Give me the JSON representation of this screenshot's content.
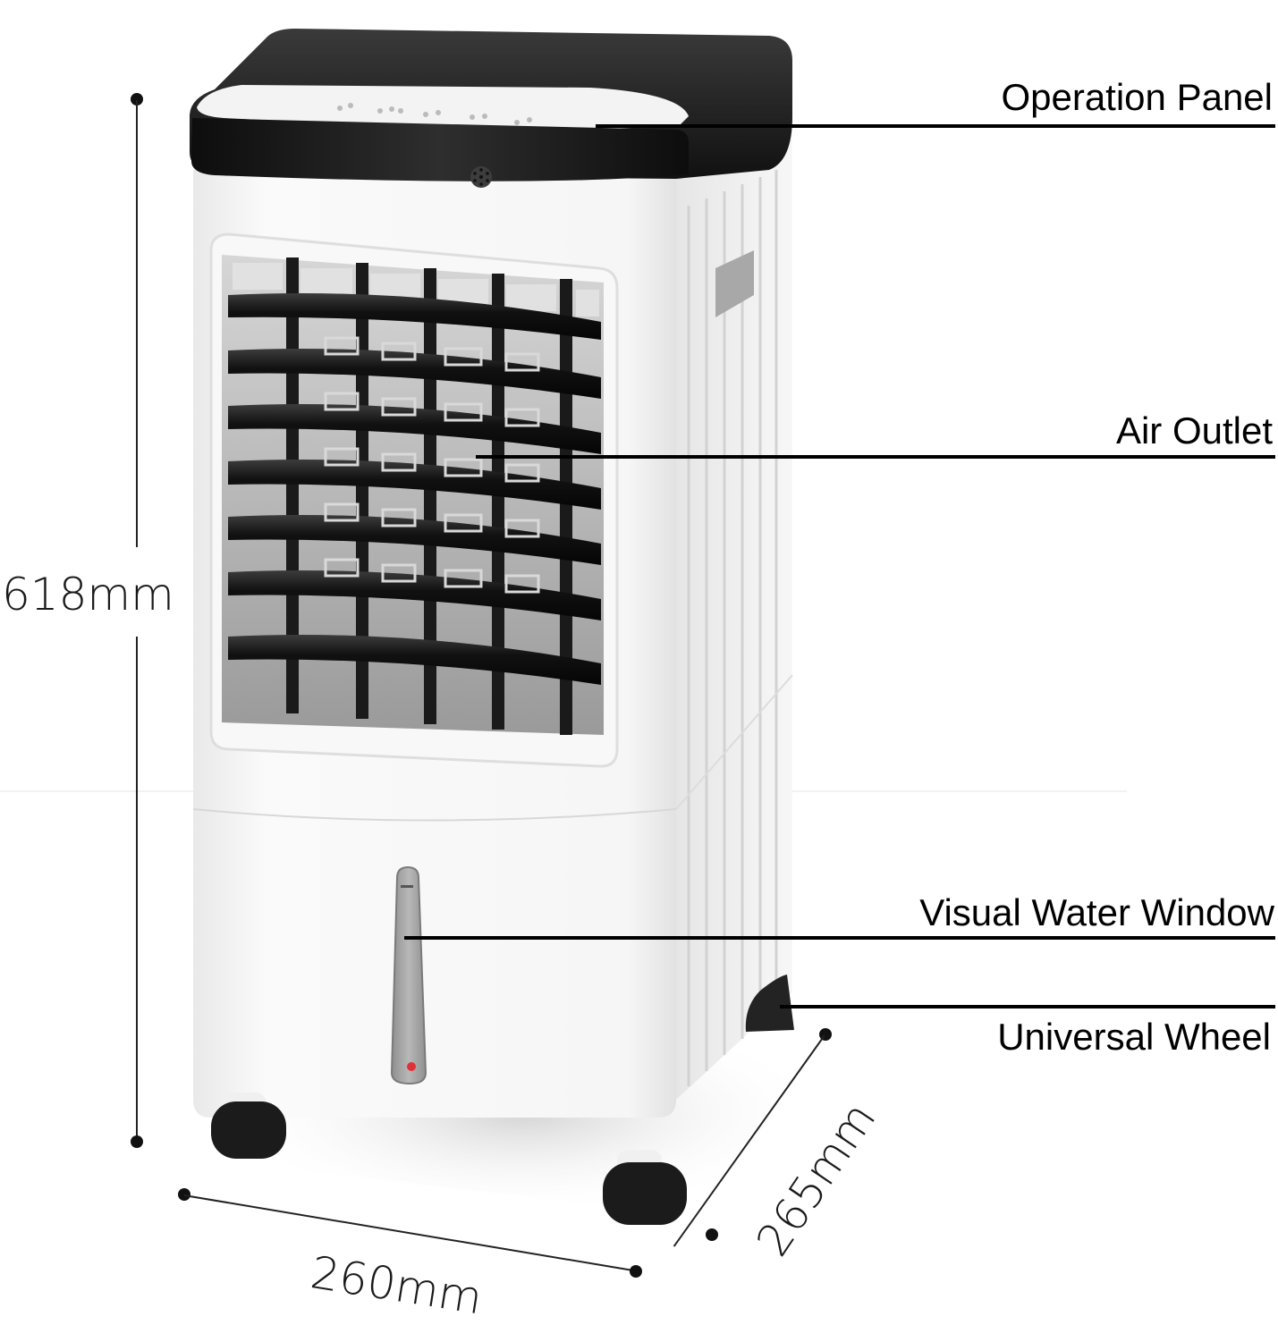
{
  "figure": {
    "subject": "Portable evaporative air cooler",
    "colors": {
      "body": "#f4f4f4",
      "top_cover": "#2a2a2a",
      "panel_strip": "#f7f7f7",
      "louver": "#141414",
      "water_window": "#a9a9a9",
      "indicator": "#e0303a",
      "wheel": "#1b1b1b",
      "leader_line": "#000000"
    }
  },
  "callouts": [
    {
      "label": "Operation Panel"
    },
    {
      "label": "Air Outlet"
    },
    {
      "label": "Visual Water Window"
    },
    {
      "label": "Universal Wheel"
    }
  ],
  "dimensions": {
    "height": "618mm",
    "width": "260mm",
    "depth": "265mm"
  },
  "icons": {
    "speaker_grille": "speaker-grille-icon",
    "dimension_endpoint": "dot-icon"
  }
}
